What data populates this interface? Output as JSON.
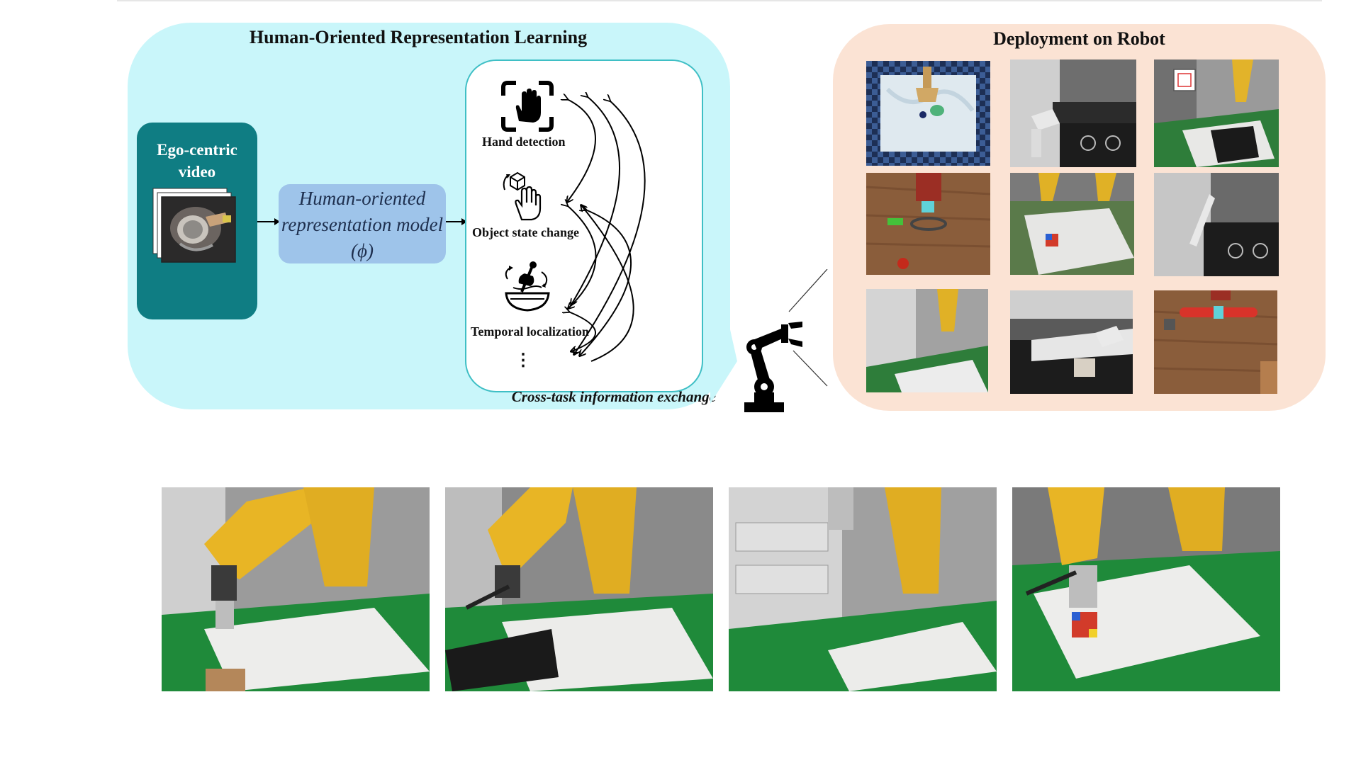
{
  "left_panel": {
    "title": "Human-Oriented Representation Learning",
    "input_label": "Ego-centric video",
    "model_label": "Human-oriented representation model (ϕ)",
    "tasks": [
      {
        "label": "Hand detection",
        "icon": "hand-scan-icon"
      },
      {
        "label": "Object state change",
        "icon": "hand-cube-icon"
      },
      {
        "label": "Temporal localization",
        "icon": "mixing-bowl-icon"
      },
      {
        "label": "⋮",
        "icon": "ellipsis-icon"
      }
    ],
    "exchange_label": "Cross-task information exchange"
  },
  "right_panel": {
    "title": "Deployment on Robot",
    "simulation_scenes": [
      "tabletop-hand-scene",
      "kitchen-microwave-scene",
      "laptop-robot-scene",
      "gripper-target-scene",
      "rubiks-cube-scene",
      "stove-arm-scene",
      "drawer-robot-scene",
      "kitchen-cabinet-scene",
      "hammer-peg-scene"
    ]
  },
  "robot_icon": "robot-arm-icon",
  "real_world_photos": [
    "robot-box-photo",
    "robot-laptop-photo",
    "robot-drawer-photo",
    "robot-rubiks-photo"
  ],
  "colors": {
    "left_panel_bg": "#c9f6fa",
    "ego_box": "#0f7d83",
    "model_box": "#9ec4ea",
    "right_panel_bg": "#fbe3d4",
    "task_border": "#3fbfc5"
  }
}
